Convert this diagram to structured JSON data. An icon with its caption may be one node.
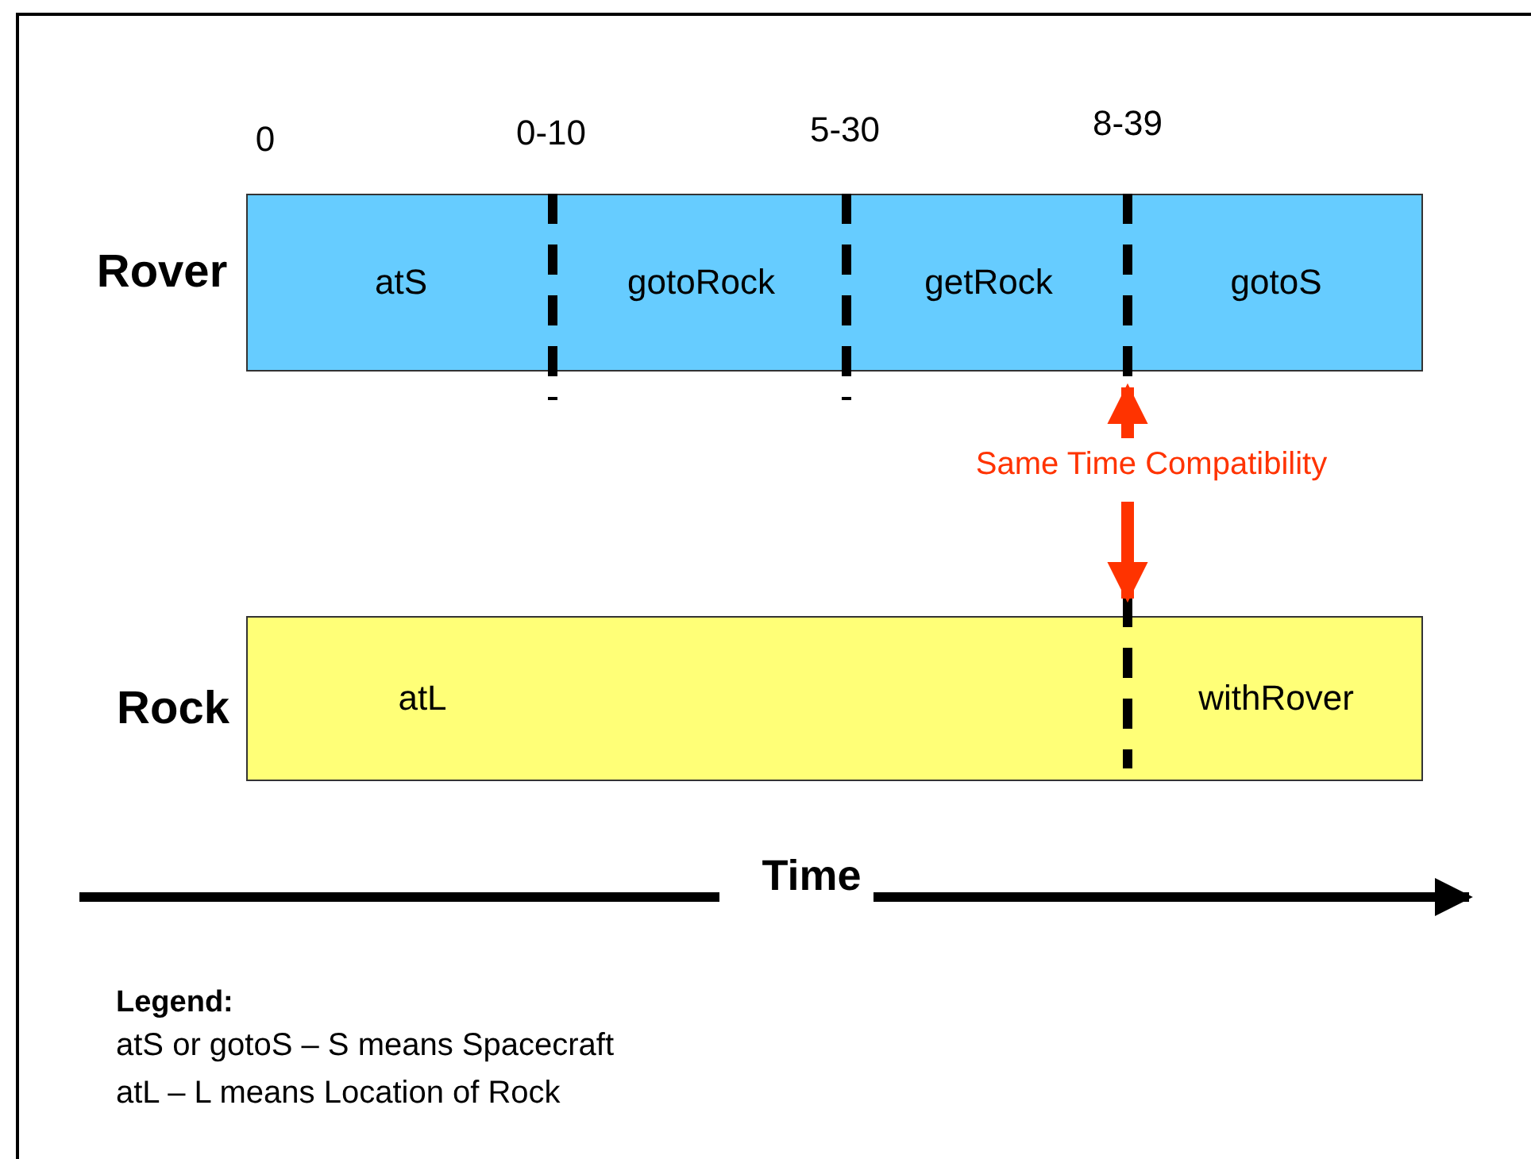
{
  "diagram": {
    "nodes": [
      {
        "text": [
          "Rover"
        ]
      },
      {
        "text": [
          "atS"
        ],
        "in": 0
      },
      {
        "text": [
          "gotoRock"
        ],
        "in": 0
      },
      {
        "text": [
          "getRock"
        ],
        "in": 0
      },
      {
        "text": [
          "gotoS"
        ],
        "in": 0
      },
      {
        "text": [
          "Same Time Compatibility"
        ]
      },
      {
        "text": [
          "Rock"
        ]
      },
      {
        "text": [
          "atL"
        ],
        "in": 6
      },
      {
        "text": [
          "withRover"
        ],
        "in": 6
      }
    ],
    "edges": [
      {
        "from": 5,
        "to": 0,
        "arrow": "to"
      },
      {
        "from": 5,
        "to": 6,
        "arrow": "to"
      }
    ],
    "labels": [
      "0",
      "0-10",
      "5-30",
      "8-39",
      "Time",
      "Legend:",
      "atS or gotoS – S means Spacecraft",
      "atL – L means Location of Rock"
    ]
  }
}
